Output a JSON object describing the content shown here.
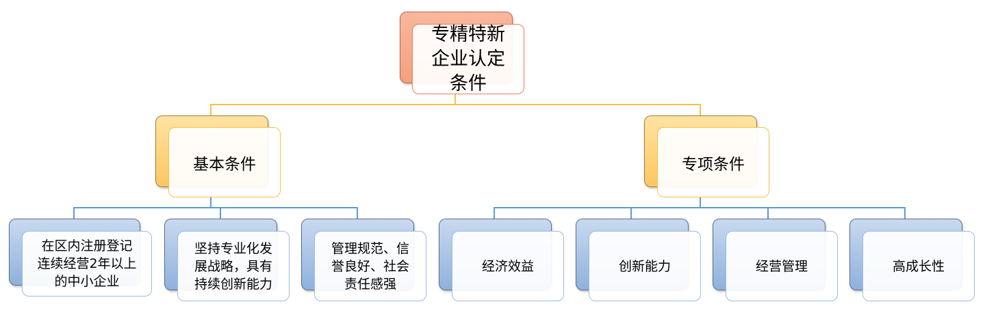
{
  "diagram": {
    "root": {
      "label": "专精特新企业认定条件",
      "lines": [
        "专精特新",
        "企业认定",
        "条件"
      ]
    },
    "groups": [
      {
        "label": "基本条件",
        "children": [
          {
            "lines": [
              "在区内注册登记",
              "连续经营2年以上",
              "的中小企业"
            ]
          },
          {
            "lines": [
              "坚持专业化发",
              "展战略，具有",
              "持续创新能力"
            ]
          },
          {
            "lines": [
              "管理规范、信",
              "誉良好、社会",
              "责任感强"
            ]
          }
        ]
      },
      {
        "label": "专项条件",
        "children": [
          {
            "lines": [
              "经济效益"
            ]
          },
          {
            "lines": [
              "创新能力"
            ]
          },
          {
            "lines": [
              "经营管理"
            ]
          },
          {
            "lines": [
              "高成长性"
            ]
          }
        ]
      }
    ]
  },
  "colors": {
    "root_fill": "#f4a07e",
    "level2_fill": "#fbc761",
    "level3_fill": "#8eb1dd",
    "connector_level1": "#f5c242",
    "connector_level2": "#5b9bd5"
  }
}
